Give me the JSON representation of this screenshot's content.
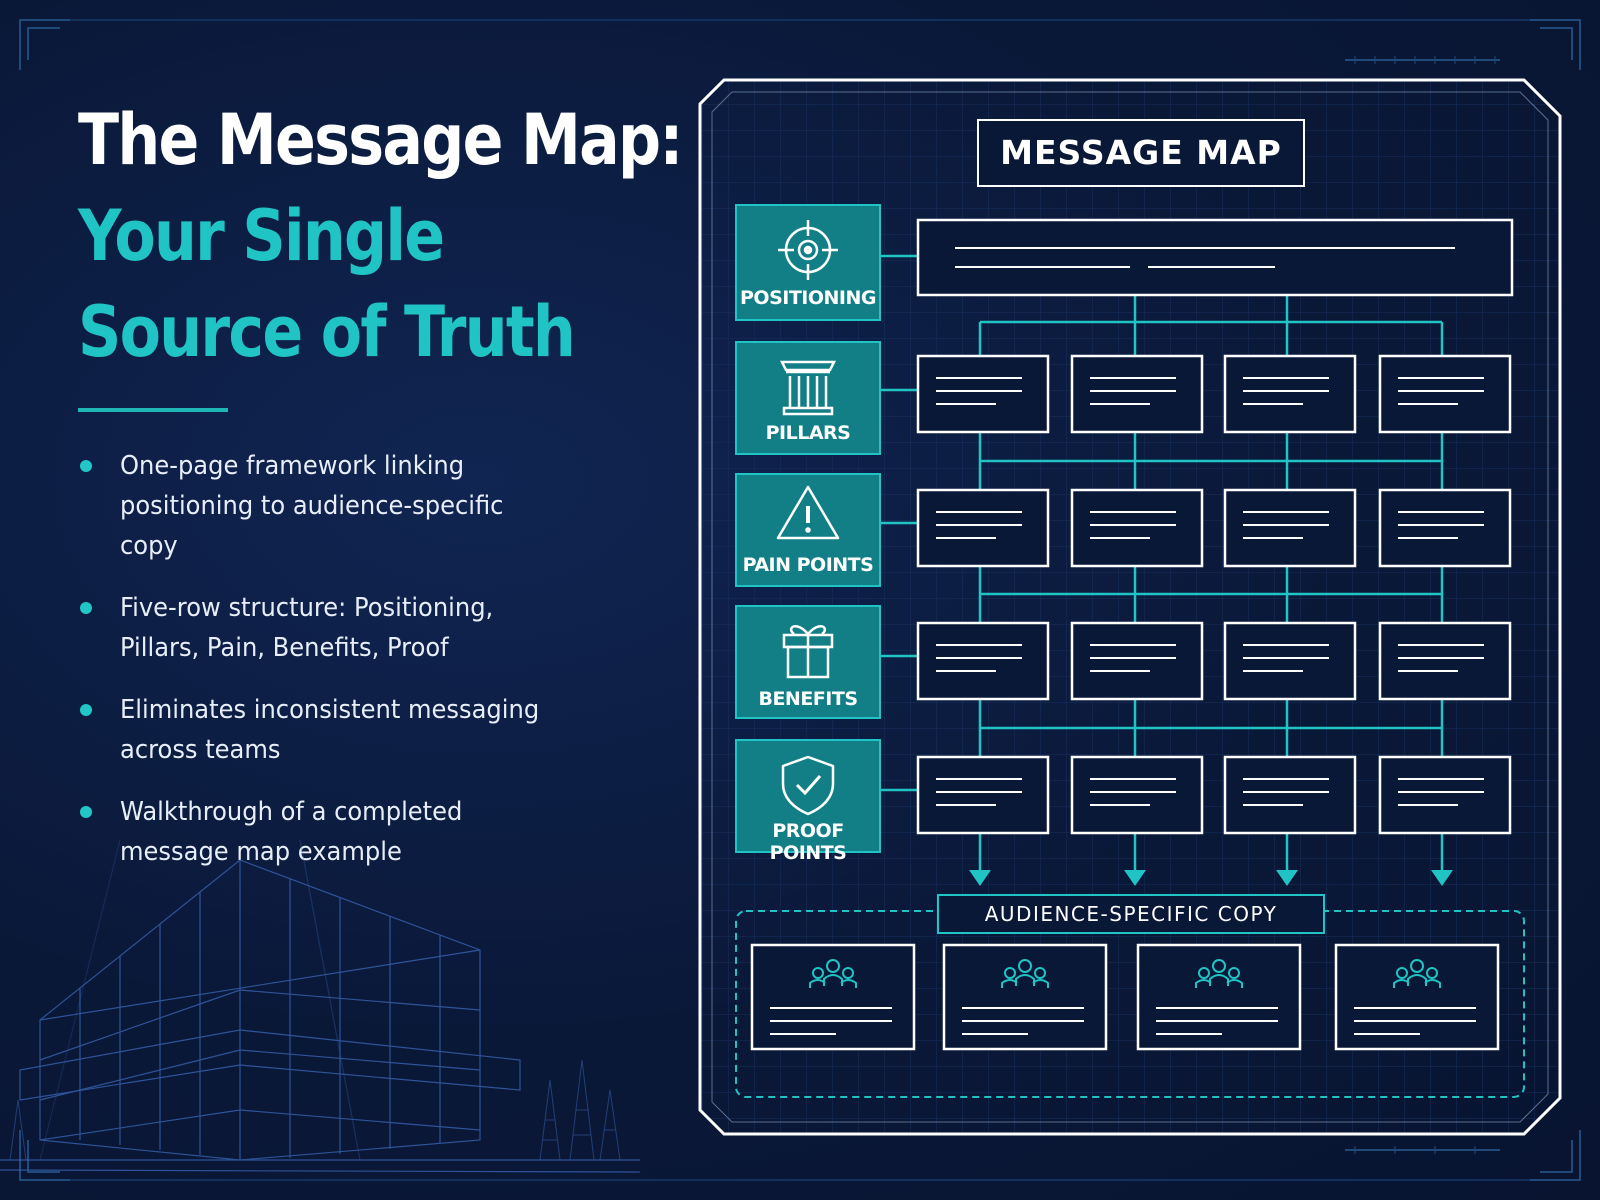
{
  "headline": {
    "line1": "The Message Map:",
    "line2": "Your Single",
    "line3": "Source of Truth"
  },
  "bullets": [
    {
      "line1": "One-page framework linking",
      "line2": "positioning to audience-specific copy"
    },
    {
      "line1": "Five-row structure: Positioning,",
      "line2": "Pillars, Pain, Benefits, Proof"
    },
    {
      "line1": "Eliminates inconsistent messaging",
      "line2": "across teams"
    },
    {
      "line1": "Walkthrough of a completed",
      "line2": "message map example"
    }
  ],
  "map": {
    "title": "MESSAGE MAP",
    "rows": [
      {
        "label": "POSITIONING",
        "icon": "target-icon"
      },
      {
        "label": "PILLARS",
        "icon": "pillar-icon"
      },
      {
        "label": "PAIN POINTS",
        "icon": "warning-icon"
      },
      {
        "label": "BENEFITS",
        "icon": "gift-icon"
      },
      {
        "label": "PROOF POINTS",
        "icon": "shield-check-icon"
      }
    ],
    "audience_title": "AUDIENCE-SPECIFIC COPY",
    "audience_icon": "people-group-icon"
  },
  "colors": {
    "background": "#0a1838",
    "teal": "#20c4c4",
    "teal_box": "#127f86",
    "white": "#ffffff"
  }
}
